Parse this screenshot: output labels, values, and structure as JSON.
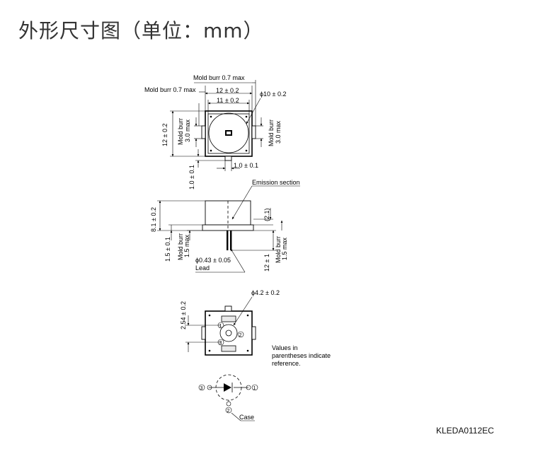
{
  "title": "外形尺寸图（单位：mm）",
  "drawing_code": "KLEDA0112EC",
  "top_view": {
    "mold_burr_top": "Mold burr 0.7 max",
    "mold_burr_left": "Mold burr 0.7 max",
    "width_outer": "12 ± 0.2",
    "width_inner": "11 ± 0.2",
    "window_dia": "ϕ10 ± 0.2",
    "height_left": "12 ± 0.2",
    "mold_burr_side_left_a": "Mold burr",
    "mold_burr_side_left_b": "3.0 max",
    "mold_burr_side_right_a": "Mold burr",
    "mold_burr_side_right_b": "3.0 max",
    "tab_width": "1.0 ± 0.1",
    "tab_height": "1.0 ± 0.1"
  },
  "side_view": {
    "emission_section": "Emission section",
    "height_total": "8.1 ± 0.2",
    "emission_ref": "(2.1)",
    "flange_height": "1.5 ± 0.1",
    "burr_left_a": "Mold burr",
    "burr_left_b": "1.5 max",
    "lead_length": "12 ± 1",
    "burr_right_a": "Mold burr",
    "burr_right_b": "1.5 max",
    "lead_dia": "ϕ0.43 ± 0.05",
    "lead_label": "Lead"
  },
  "bottom_view": {
    "pin_pitch": "2.54 ± 0.2",
    "pcd": "ϕ4.2 ± 0.2",
    "pin1": "1",
    "pin2": "2",
    "pin3": "3",
    "note_line1": "Values in",
    "note_line2": "parentheses indicate",
    "note_line3": "reference."
  },
  "schematic": {
    "pin3": "3",
    "pin1": "1",
    "pin2": "2",
    "case_label": "Case"
  }
}
